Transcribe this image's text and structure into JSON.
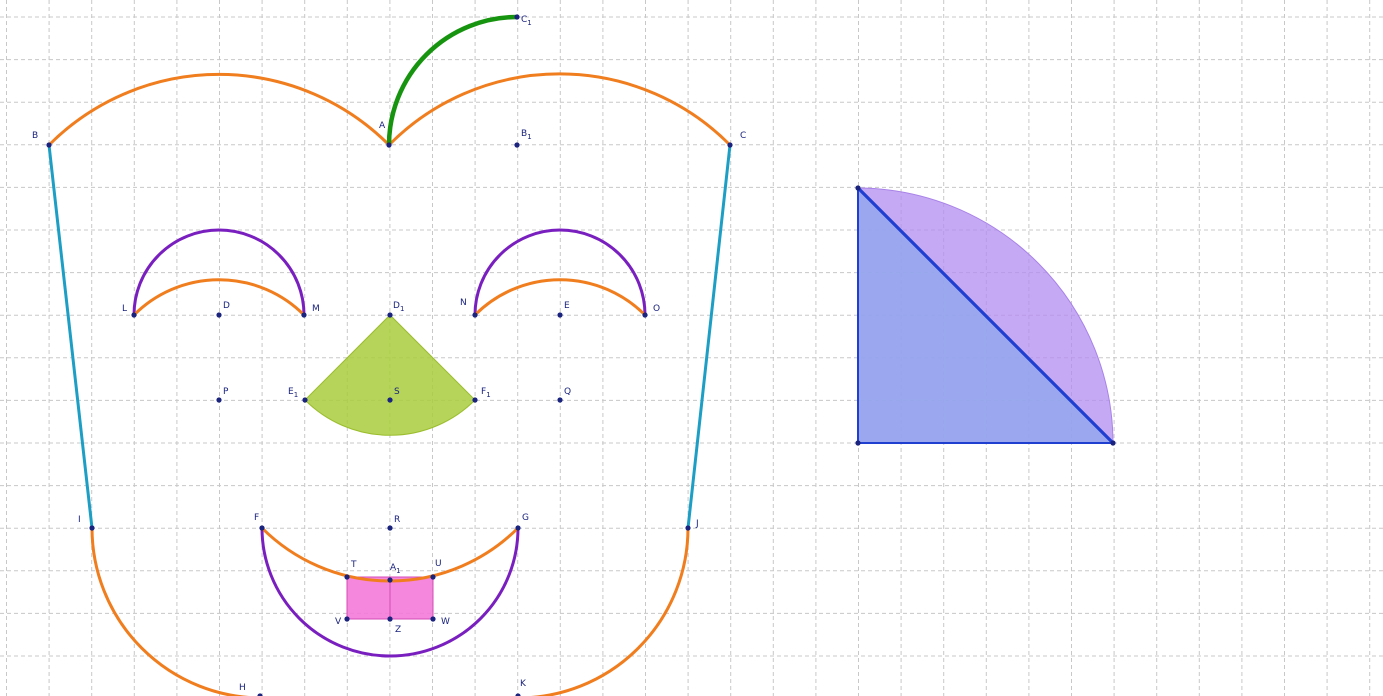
{
  "points": [
    {
      "id": "A",
      "label": "A"
    },
    {
      "id": "B",
      "label": "B"
    },
    {
      "id": "C",
      "label": "C"
    },
    {
      "id": "B1",
      "label": "B",
      "sub": "1"
    },
    {
      "id": "C1",
      "label": "C",
      "sub": "1"
    },
    {
      "id": "L",
      "label": "L"
    },
    {
      "id": "D",
      "label": "D"
    },
    {
      "id": "M",
      "label": "M"
    },
    {
      "id": "D1",
      "label": "D",
      "sub": "1"
    },
    {
      "id": "N",
      "label": "N"
    },
    {
      "id": "E",
      "label": "E"
    },
    {
      "id": "O",
      "label": "O"
    },
    {
      "id": "P",
      "label": "P"
    },
    {
      "id": "E1",
      "label": "E",
      "sub": "1"
    },
    {
      "id": "S",
      "label": "S"
    },
    {
      "id": "F1",
      "label": "F",
      "sub": "1"
    },
    {
      "id": "Q",
      "label": "Q"
    },
    {
      "id": "I",
      "label": "I"
    },
    {
      "id": "F",
      "label": "F"
    },
    {
      "id": "R",
      "label": "R"
    },
    {
      "id": "G",
      "label": "G"
    },
    {
      "id": "J",
      "label": "J"
    },
    {
      "id": "T",
      "label": "T"
    },
    {
      "id": "A1",
      "label": "A",
      "sub": "1"
    },
    {
      "id": "U",
      "label": "U"
    },
    {
      "id": "V",
      "label": "V"
    },
    {
      "id": "Z",
      "label": "Z"
    },
    {
      "id": "W",
      "label": "W"
    },
    {
      "id": "H",
      "label": "H"
    },
    {
      "id": "K",
      "label": "K"
    }
  ],
  "colors": {
    "grid": "#c8c8c8",
    "orange": "#f07d1e",
    "purple": "#7a1fbf",
    "cyan": "#1d9ec4",
    "green": "#17940f",
    "nose_fill": "#a8cc3c",
    "teeth_fill": "#f47ad8",
    "teeth_stroke": "#d44eb6",
    "point": "#1a237e",
    "quarter_fill": "#b38cf0",
    "triangle_fill": "#90a8ee",
    "triangle_stroke": "#1f3fd0"
  }
}
